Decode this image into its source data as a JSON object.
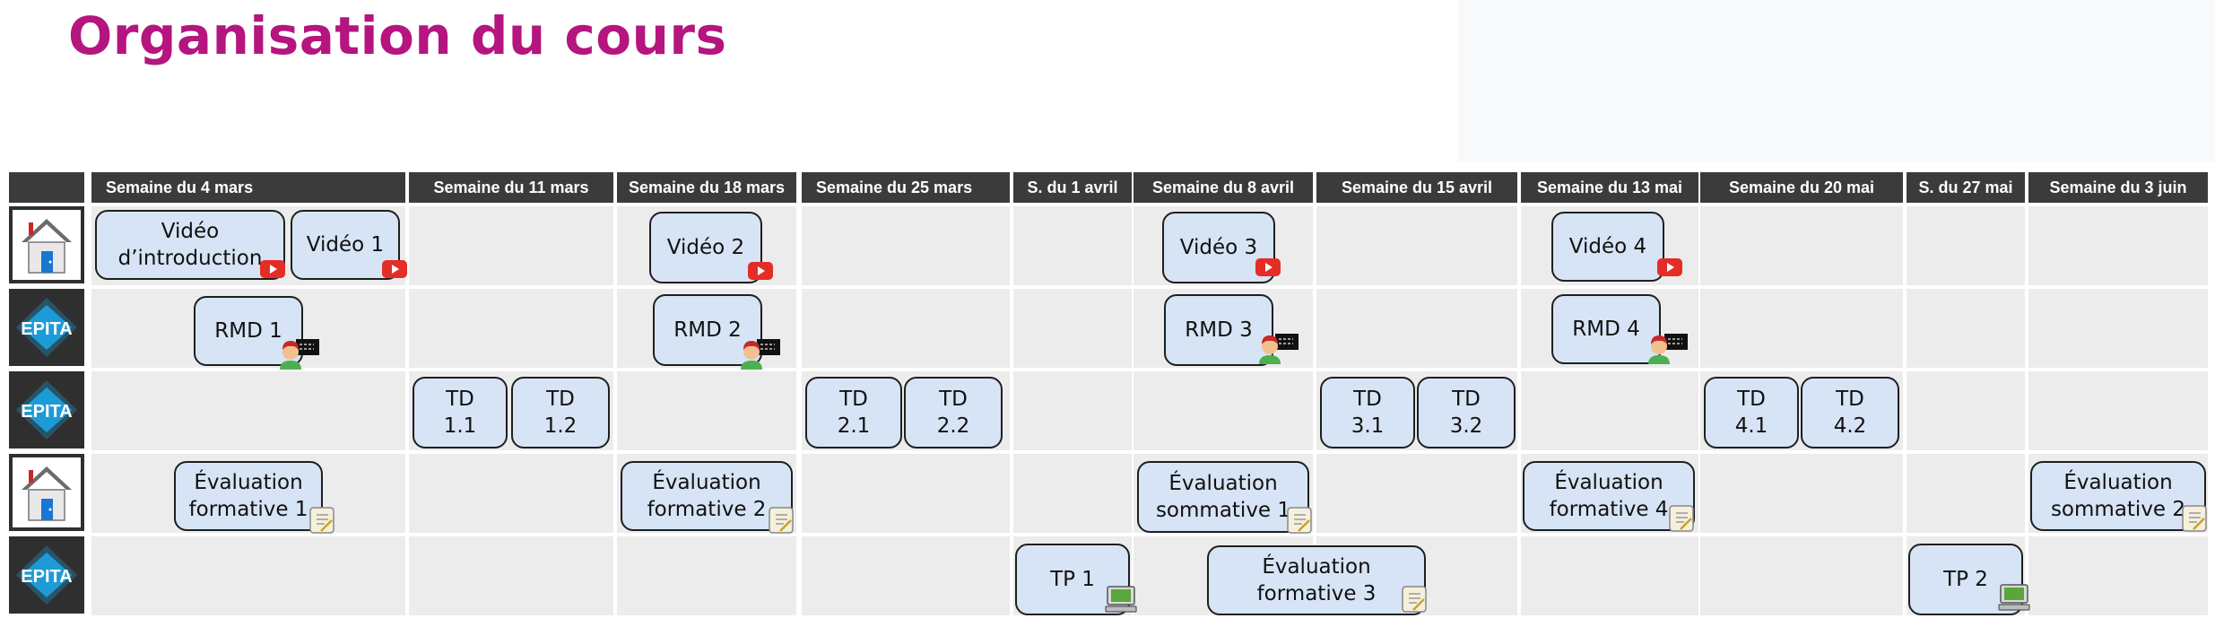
{
  "title": "Organisation du cours",
  "weeks": [
    "Semaine du 4 mars",
    "Semaine du 11 mars",
    "Semaine du 18 mars",
    "Semaine du 25 mars",
    "S. du 1 avril",
    "Semaine du 8 avril",
    "Semaine du 15 avril",
    "Semaine du 13 mai",
    "Semaine du 20 mai",
    "S. du 27 mai",
    "Semaine du 3 juin"
  ],
  "rows": [
    {
      "icon": "home-icon"
    },
    {
      "icon": "epita-logo",
      "logo_text": "EPITA"
    },
    {
      "icon": "epita-logo",
      "logo_text": "EPITA"
    },
    {
      "icon": "home-icon"
    },
    {
      "icon": "epita-logo",
      "logo_text": "EPITA"
    }
  ],
  "activities": {
    "video_intro": {
      "label": "Vidéo\nd’introduction",
      "badge": "youtube-icon"
    },
    "video_1": {
      "label": "Vidéo 1",
      "badge": "youtube-icon"
    },
    "video_2": {
      "label": "Vidéo 2",
      "badge": "youtube-icon"
    },
    "video_3": {
      "label": "Vidéo 3",
      "badge": "youtube-icon"
    },
    "video_4": {
      "label": "Vidéo 4",
      "badge": "youtube-icon"
    },
    "rmd_1": {
      "label": "RMD 1",
      "badge": "teacher-icon"
    },
    "rmd_2": {
      "label": "RMD 2",
      "badge": "teacher-icon"
    },
    "rmd_3": {
      "label": "RMD 3",
      "badge": "teacher-icon"
    },
    "rmd_4": {
      "label": "RMD 4",
      "badge": "teacher-icon"
    },
    "td_1_1": {
      "label": "TD\n1.1"
    },
    "td_1_2": {
      "label": "TD\n1.2"
    },
    "td_2_1": {
      "label": "TD\n2.1"
    },
    "td_2_2": {
      "label": "TD\n2.2"
    },
    "td_3_1": {
      "label": "TD\n3.1"
    },
    "td_3_2": {
      "label": "TD\n3.2"
    },
    "td_4_1": {
      "label": "TD\n4.1"
    },
    "td_4_2": {
      "label": "TD\n4.2"
    },
    "eval_f1": {
      "label": "Évaluation\nformative 1",
      "badge": "scroll-icon"
    },
    "eval_f2": {
      "label": "Évaluation\nformative 2",
      "badge": "scroll-icon"
    },
    "eval_s1": {
      "label": "Évaluation\nsommative 1",
      "badge": "scroll-icon"
    },
    "eval_f4": {
      "label": "Évaluation\nformative 4",
      "badge": "scroll-icon"
    },
    "eval_s2": {
      "label": "Évaluation\nsommative 2",
      "badge": "scroll-icon"
    },
    "tp_1": {
      "label": "TP 1",
      "badge": "computer-icon"
    },
    "eval_f3": {
      "label": "Évaluation\nformative 3",
      "badge": "scroll-icon"
    },
    "tp_2": {
      "label": "TP 2",
      "badge": "computer-icon"
    }
  },
  "colors": {
    "title": "#b5157e",
    "header": "#3b3b3b",
    "cell": "#ececec",
    "activity": "#d6e4f5",
    "youtube": "#e52d27",
    "epita": "#1d9bd7"
  }
}
